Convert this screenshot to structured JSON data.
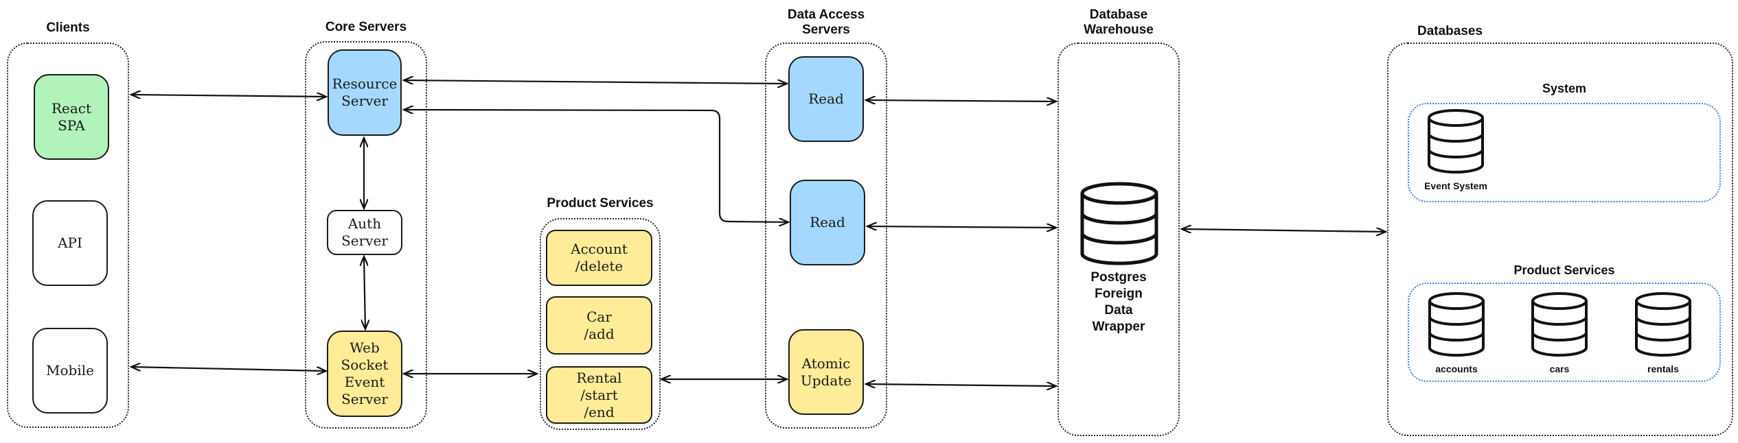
{
  "groups": {
    "clients": "Clients",
    "core_servers": "Core Servers",
    "product_services": "Product Services",
    "data_access_servers": "Data Access\nServers",
    "database_warehouse": "Database\nWarehouse",
    "databases": "Databases"
  },
  "subgroups": {
    "system": "System",
    "product_services": "Product Services"
  },
  "nodes": {
    "react_spa": "React\nSPA",
    "api": "API",
    "mobile": "Mobile",
    "resource_server": "Resource\nServer",
    "auth_server": "Auth\nServer",
    "websocket_server": "Web\nSocket\nEvent\nServer",
    "account_delete": "Account\n/delete",
    "car_add": "Car\n/add",
    "rental_start_end": "Rental\n/start\n/end",
    "read_1": "Read",
    "read_2": "Read",
    "atomic_update": "Atomic\nUpdate"
  },
  "warehouse_label": "Postgres\nForeign\nData\nWrapper",
  "databases": {
    "event_system": "Event System",
    "accounts": "accounts",
    "cars": "cars",
    "rentals": "rentals"
  },
  "colors": {
    "green": "#b2f2bb",
    "blue": "#a5d8ff",
    "yellow": "#ffec99",
    "subgroup_border": "#3b7dd8"
  }
}
